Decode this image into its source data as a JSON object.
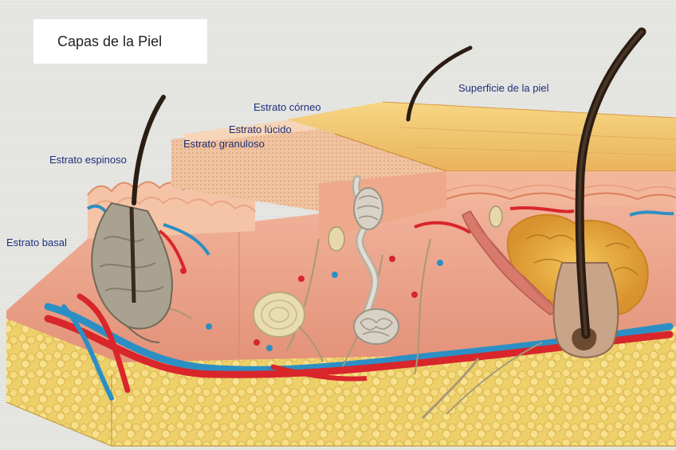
{
  "title": "Capas de la Piel",
  "labels": {
    "superficie": "Superficie de la piel",
    "corneo": "Estrato córneo",
    "lucido": "Estrato lúcido",
    "granuloso": "Estrato granuloso",
    "espinoso": "Estrato espinoso",
    "basal": "Estrato basal"
  },
  "colors": {
    "label_text": "#1f2f7a",
    "epidermis_surface": "#f2c46a",
    "dermis": "#e9a78c",
    "hypodermis_fat": "#f0d96a",
    "artery": "#d8262b",
    "vein": "#2c8fc4",
    "hair": "#2b1d14"
  }
}
